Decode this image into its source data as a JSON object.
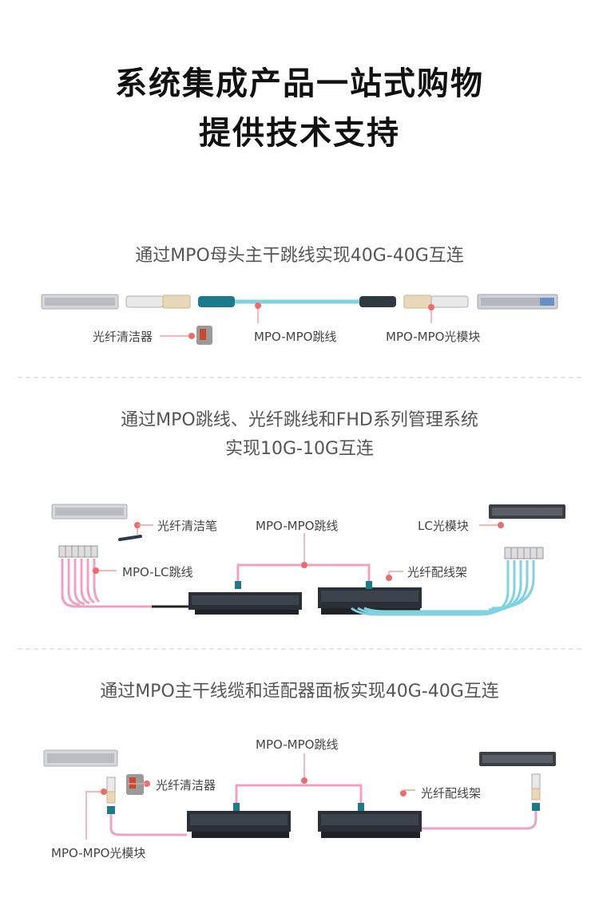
{
  "header": {
    "line1": "系统集成产品一站式购物",
    "line2": "提供技术支持"
  },
  "section1": {
    "title": "通过MPO母头主干跳线实现40G-40G互连",
    "labels": {
      "cleaner": "光纤清洁器",
      "jumper": "MPO-MPO跳线",
      "module": "MPO-MPO光模块"
    }
  },
  "section2": {
    "title_line1": "通过MPO跳线、光纤跳线和FHD系列管理系统",
    "title_line2": "实现10G-10G互连",
    "labels": {
      "pen": "光纤清洁笔",
      "jumper": "MPO-MPO跳线",
      "lc_module": "LC光模块",
      "mpo_lc": "MPO-LC跳线",
      "frame": "光纤配线架"
    }
  },
  "section3": {
    "title": "通过MPO主干线缆和适配器面板实现40G-40G互连",
    "labels": {
      "jumper": "MPO-MPO跳线",
      "cleaner": "光纤清洁器",
      "frame": "光纤配线架",
      "module": "MPO-MPO光模块"
    }
  },
  "colors": {
    "pink": "#f0a0c0",
    "aqua": "#7fd3e0",
    "marker": "#ef6a6a",
    "rack": "#2b2f36",
    "switch": "#c9cbcf"
  }
}
